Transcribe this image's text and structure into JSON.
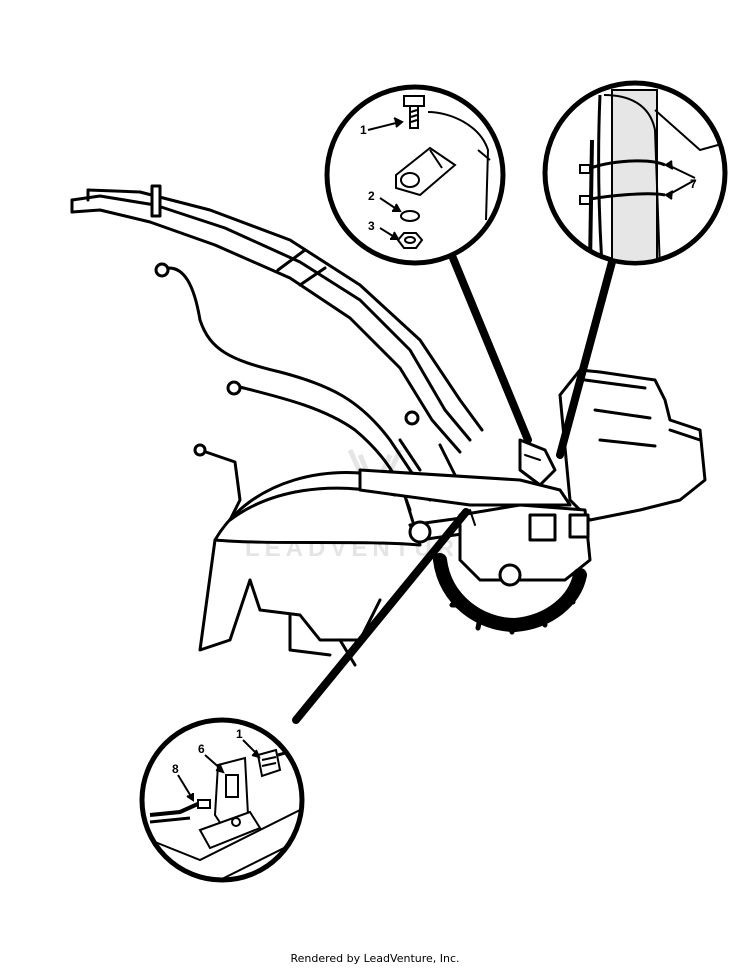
{
  "diagram": {
    "callouts": {
      "top_left_1": "1",
      "top_left_2": "2",
      "top_left_3": "3",
      "top_right_7": "7",
      "bottom_1": "1",
      "bottom_6": "6",
      "bottom_8": "8"
    },
    "watermark": "LEADVENTURE",
    "footer": "Rendered by LeadVenture, Inc."
  }
}
